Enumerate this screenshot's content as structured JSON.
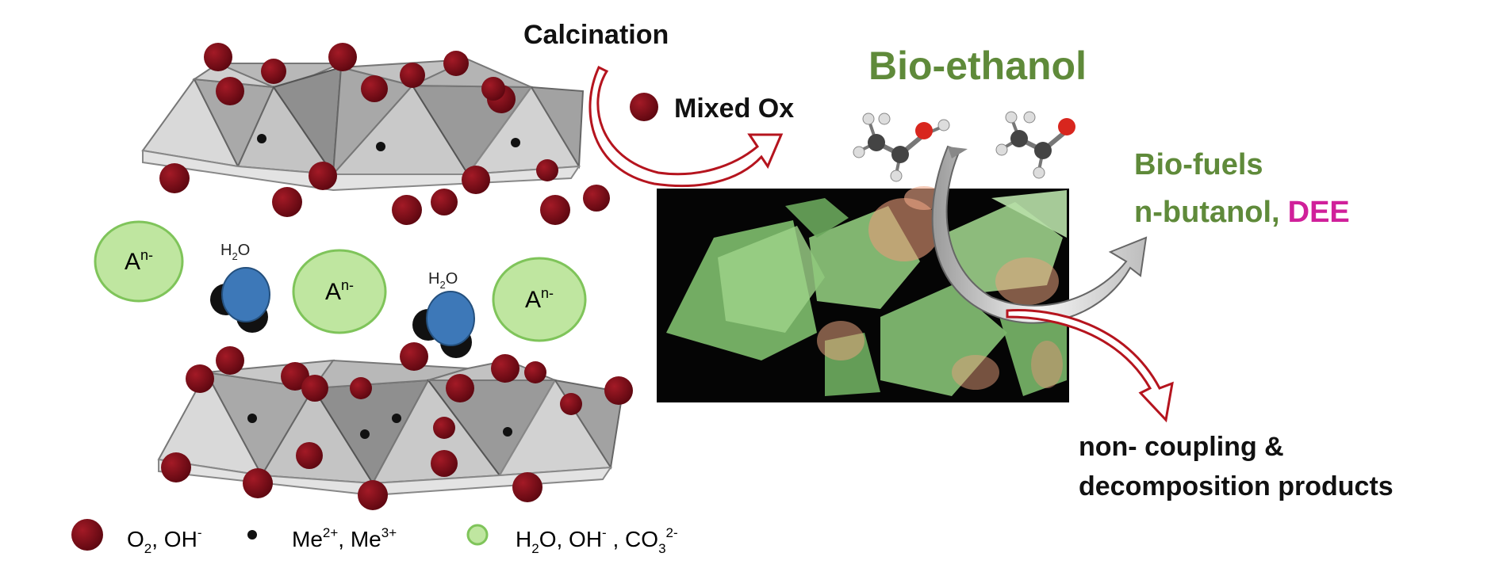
{
  "labels": {
    "calcination": "Calcination",
    "mixed_ox": "Mixed Ox",
    "bio_ethanol": "Bio-ethanol",
    "bio_fuels": "Bio-fuels",
    "n_butanol": "n-butanol,",
    "dee": "DEE",
    "non_coupling_line1": "non- coupling &",
    "non_coupling_line2": "decomposition products"
  },
  "interlayer": {
    "anion_base": "A",
    "anion_sup": "n-",
    "water_base": "H",
    "water_sub": "2",
    "water_end": "O"
  },
  "legend": {
    "item1": {
      "text": "O",
      "sub": "2",
      "rest": ", OH",
      "sup": "-"
    },
    "item2": {
      "text": "Me",
      "sup1": "2+",
      "mid": ", Me",
      "sup2": "3+"
    },
    "item3": {
      "text": "H",
      "sub1": "2",
      "mid": "O, OH",
      "sup1": "-",
      "mid2": " , CO",
      "sub2": "3",
      "sup2": "2-"
    }
  },
  "colors": {
    "oxygen": "#7a0b14",
    "anion_fill": "#bfe6a0",
    "anion_stroke": "#7fc45a",
    "water_blue": "#3d78b8",
    "arrow_red": "#b5141e",
    "green_text": "#5f8a3a",
    "magenta_text": "#d0209a"
  },
  "icons": {
    "calcination_arrow": "curved-arrow-icon",
    "ethanol_molecule": "molecule-icon",
    "water_molecule": "water-molecule-icon"
  }
}
